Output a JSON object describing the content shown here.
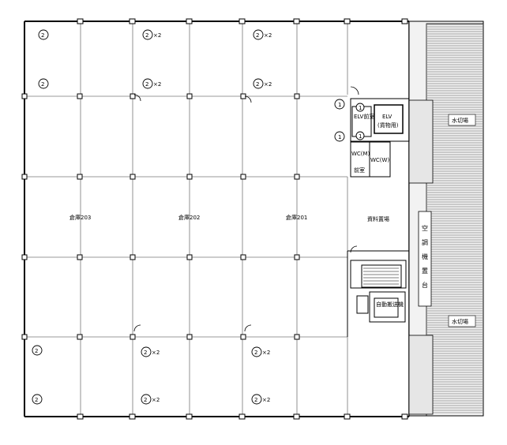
{
  "plan": {
    "rooms": {
      "warehouse_203": "倉庫203",
      "warehouse_202": "倉庫202",
      "warehouse_201": "倉庫201",
      "storage": "資料置場",
      "elv_hall": "ELV前室",
      "elv_freight_1": "ELV",
      "elv_freight_2": "(貨物用)",
      "wc_m": "WC(M)",
      "wc_w": "WC(W)",
      "anteroom": "前室",
      "duct": "自動搬送機",
      "ac_chars": [
        "空",
        "調",
        "機",
        "置",
        "台"
      ],
      "pond_top": "水切場",
      "pond_bottom": "水切場"
    },
    "sensor_tags": {
      "x2": "×2",
      "num2": "2",
      "num1": "1"
    }
  }
}
